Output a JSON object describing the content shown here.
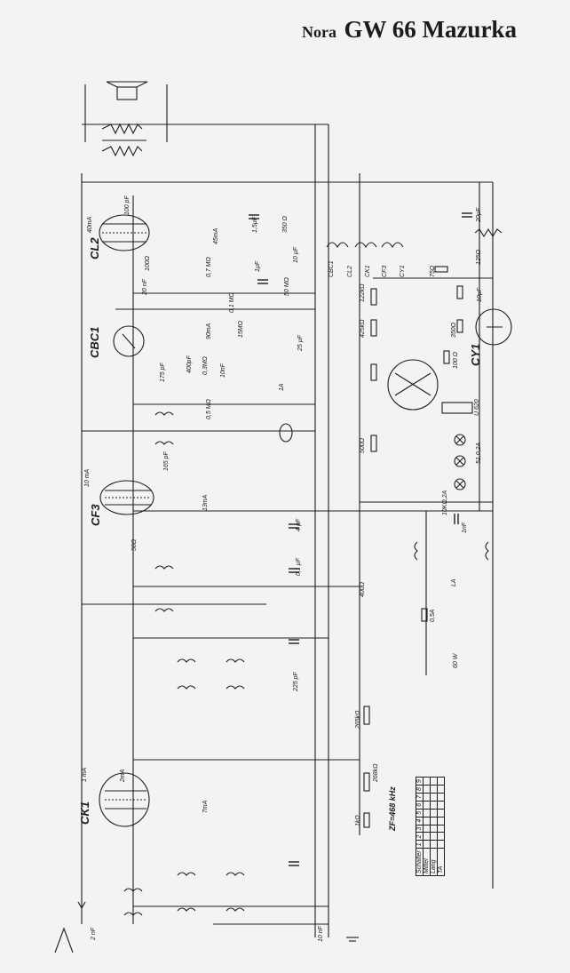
{
  "title": {
    "brand": "Nora",
    "model": "GW 66 Mazurka"
  },
  "tubes": [
    "CL2",
    "CBC1",
    "CF3",
    "CK1",
    "CY1"
  ],
  "filters": [
    "CBC1",
    "CL2",
    "CK1",
    "CF3",
    "CY1"
  ],
  "components": [
    "100 pF",
    "40mA",
    "45mA",
    "1,5µF",
    "350 Ω",
    "10 µF",
    "100Ω",
    "20 nF",
    "0,7 MΩ",
    "1µF",
    "50 MΩ",
    "0,1 MΩ",
    "90mA",
    "15MΩ",
    "0,3MΩ",
    "400pF",
    "175 pF",
    "10nF",
    "0,5 MΩ",
    "25 µF",
    "75Ω",
    "125Ω",
    "20µF",
    "10µF",
    "350Ω",
    "100 Ω",
    "122kΩ",
    "425kΩ",
    "500Ω",
    "10 mA",
    "165 pF",
    "13mA",
    "4 µF",
    "50Ω",
    "400Ω",
    "0,1 µF",
    "225 pF",
    "265kΩ",
    "268kΩ",
    "1kΩ",
    "1 mA",
    "2mA",
    "7mA",
    "10 nF",
    "2 nF",
    "1nF",
    "U 620",
    "51,0,2A",
    "10KΩ,2A",
    "0,5A",
    "60 W",
    "LA",
    "1A"
  ],
  "zf": "ZF=468 kHz",
  "switch_table": {
    "header": "Schalter",
    "rows": [
      "Mittel",
      "Lang",
      "TA"
    ],
    "cols": [
      "1",
      "2",
      "3",
      "4",
      "5",
      "6",
      "7",
      "8",
      "9"
    ]
  }
}
